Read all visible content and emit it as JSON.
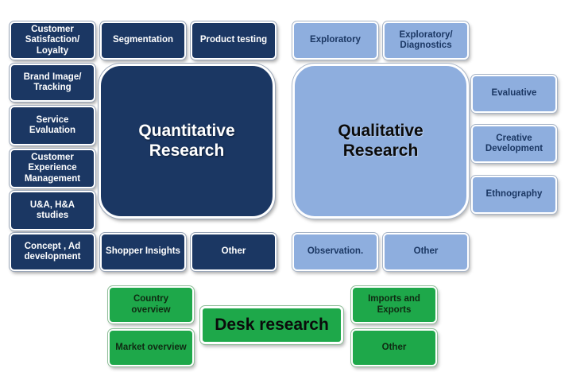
{
  "quantitative": {
    "title": "Quantitative Research",
    "items": [
      "Customer Satisfaction/ Loyalty",
      "Segmentation",
      "Product testing",
      "Brand Image/ Tracking",
      "Service Evaluation",
      "Customer Experience Management",
      "U&A, H&A studies",
      "Concept , Ad development",
      "Shopper Insights",
      "Other"
    ]
  },
  "qualitative": {
    "title": "Qualitative Research",
    "items": [
      "Exploratory",
      "Exploratory/ Diagnostics",
      "Evaluative",
      "Creative Development",
      "Ethnography",
      "Observation.",
      "Other"
    ]
  },
  "desk": {
    "title": "Desk research",
    "items": [
      "Country overview",
      "Market overview",
      "Imports and Exports",
      "Other"
    ]
  },
  "colors": {
    "quantitative": "#1b3763",
    "qualitative": "#8eaede",
    "desk": "#1ea84a"
  }
}
